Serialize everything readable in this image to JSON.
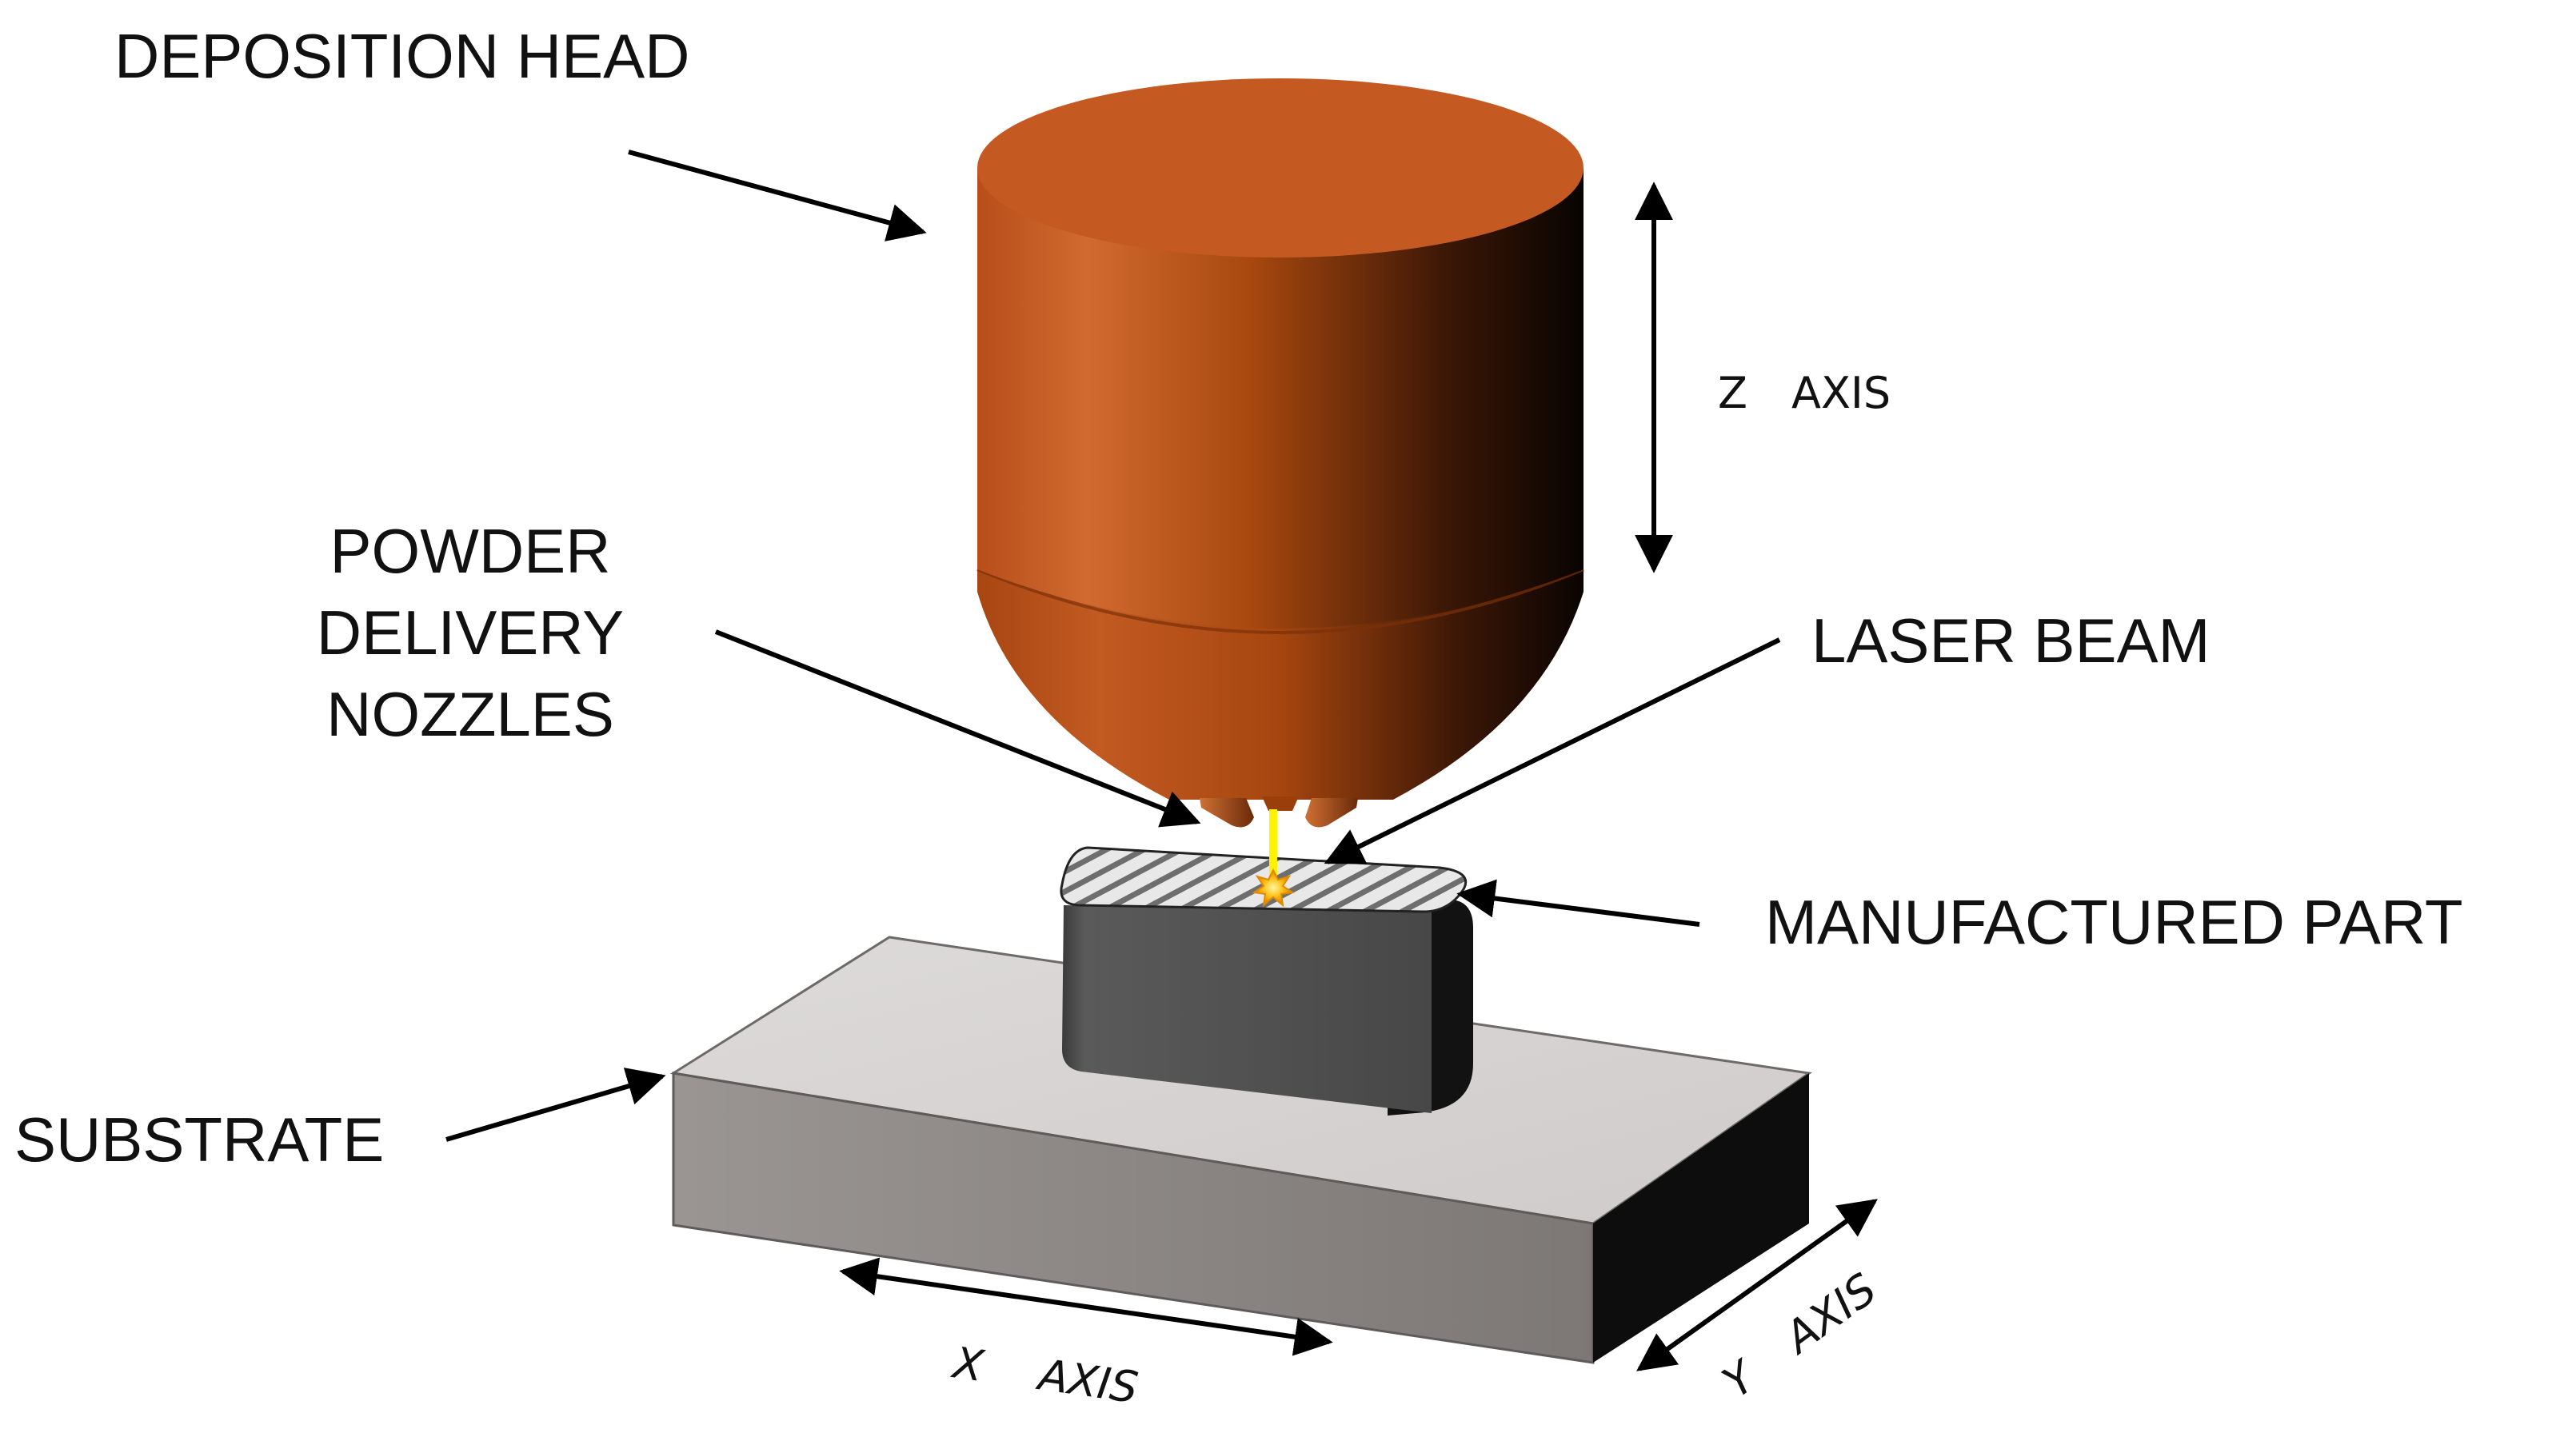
{
  "labels": {
    "deposition_head": "DEPOSITION HEAD",
    "powder_line1": "POWDER",
    "powder_line2": "DELIVERY",
    "powder_line3": "NOZZLES",
    "laser_beam": "LASER BEAM",
    "manufactured_part": "MANUFACTURED PART",
    "substrate": "SUBSTRATE",
    "z_axis_letter": "Z",
    "z_axis_word": "AXIS",
    "x_axis_letter": "X",
    "x_axis_word": "AXIS",
    "y_axis_letter": "Y",
    "y_axis_word": "AXIS"
  },
  "colors": {
    "head_light": "#C45A22",
    "head_dark": "#0A0503",
    "substrate_top": "#D8D5D4",
    "substrate_front": "#8B8684",
    "substrate_side": "#0D0D0D",
    "part_front": "#4D4D4D",
    "part_side": "#111111",
    "laser": "#FFF200",
    "melt_pool": "#F2A20A"
  }
}
